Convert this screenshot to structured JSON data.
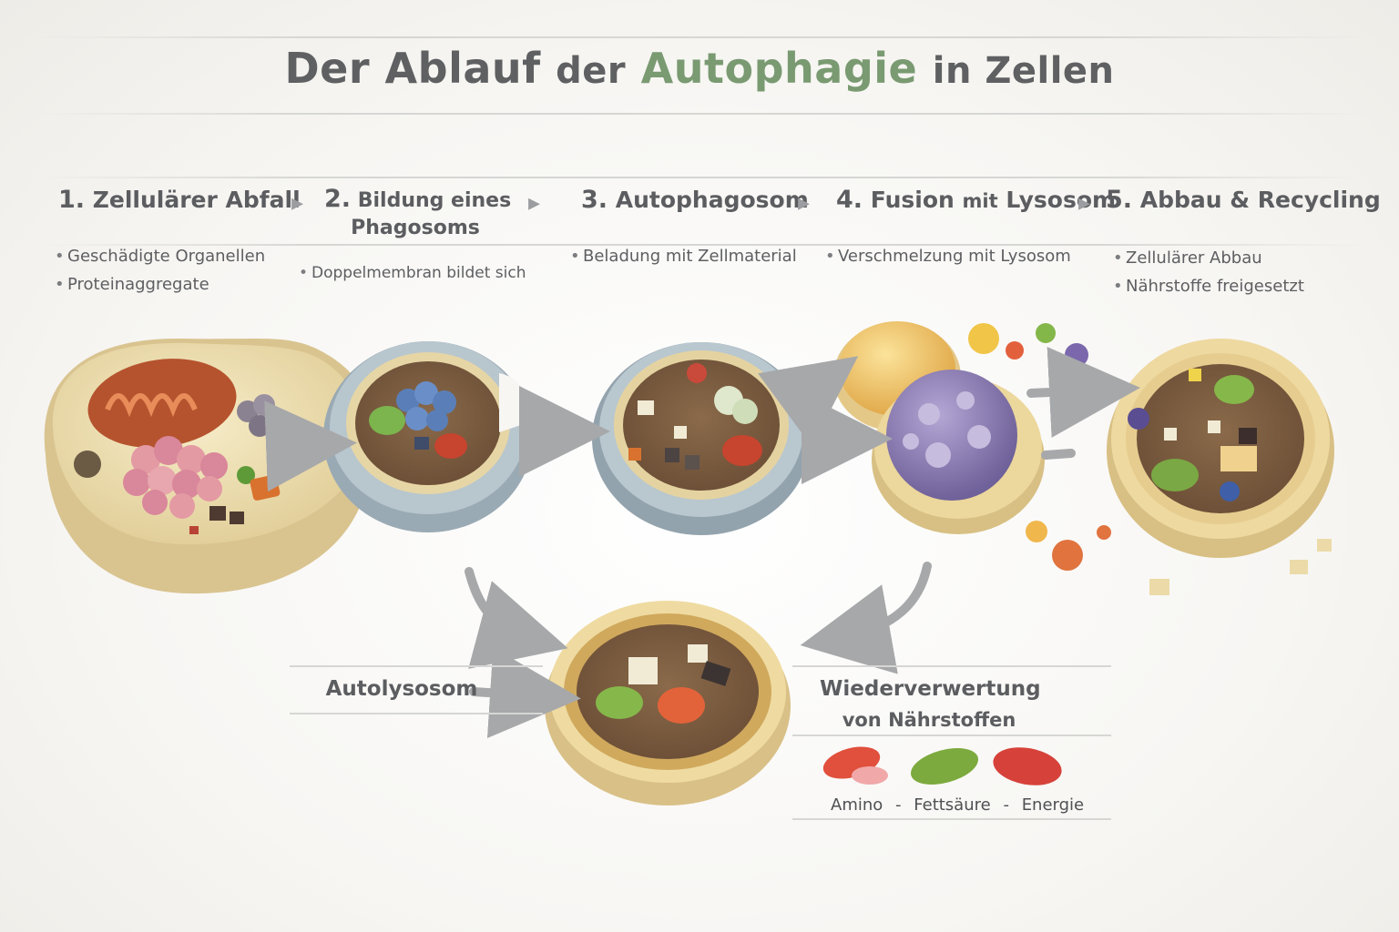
{
  "title": {
    "part1": "Der Ablauf",
    "part2": "der",
    "part3": "Autophagie",
    "part4": "in Zellen"
  },
  "steps": [
    {
      "num": "1.",
      "title": "Zellulärer Abfall",
      "bullets": [
        "Geschädigte Organellen",
        "Proteinaggregate"
      ]
    },
    {
      "num": "2.",
      "title_line1": "Bildung eines",
      "title_line2": "Phagosoms",
      "bullets": [
        "Doppelmembran bildet sich"
      ]
    },
    {
      "num": "3.",
      "title": "Autophagosom",
      "bullets": [
        "Beladung mit Zellmaterial"
      ]
    },
    {
      "num": "4.",
      "title_a": "Fusion",
      "title_b": "mit",
      "title_c": "Lysosom",
      "bullets": [
        "Verschmelzung mit Lysosom"
      ]
    },
    {
      "num": "5.",
      "title": "Abbau & Recycling",
      "bullets": [
        "Zellulärer Abbau",
        "Nährstoffe freigesetzt"
      ]
    }
  ],
  "bottom": {
    "autolysosome_label": "Autolysosom",
    "recycling_line1": "Wiederverwertung",
    "recycling_line2": "von Nährstoffen",
    "nutrients": [
      "Amino",
      "Fettsäure",
      "Energie"
    ],
    "separator": "-"
  },
  "colors": {
    "title_gray": "#5f6062",
    "title_accent": "#7a9a72",
    "cell_cream": "#ecdcae",
    "membrane_blue": "#a9b9c2",
    "lysosome_purple": "#8e7fb0",
    "arrow_gray": "#a7a8aa",
    "nutrient_red": "#d9604e",
    "nutrient_green": "#8db04e"
  }
}
